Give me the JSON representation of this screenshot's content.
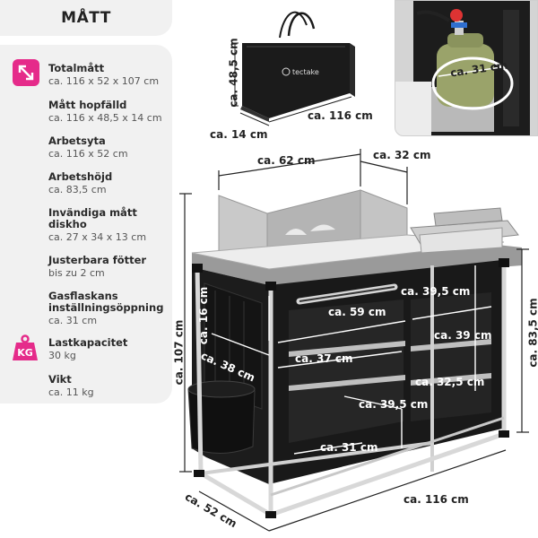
{
  "header": {
    "title": "MÅTT"
  },
  "specs": [
    {
      "label": "Totalmått",
      "value": "ca. 116 x 52 x 107 cm"
    },
    {
      "label": "Mått hopfälld",
      "value": "ca. 116 x 48,5 x 14 cm"
    },
    {
      "label": "Arbetsyta",
      "value": " ca. 116 x 52 cm"
    },
    {
      "label": "Arbetshöjd",
      "value": "ca. 83,5 cm"
    },
    {
      "label_line1": "Invändiga mått",
      "label_line2": "diskho",
      "value": "ca. 27 x 34 x 13 cm"
    },
    {
      "label": "Justerbara fötter",
      "value": "bis zu 2 cm"
    },
    {
      "label_line1": "Gasflaskans",
      "label_line2": "inställningsöppning",
      "value": "ca. 31 cm"
    },
    {
      "label": "Lastkapacitet",
      "value": "30 kg"
    },
    {
      "label": "Vikt",
      "value": "ca. 11 kg"
    }
  ],
  "icons": {
    "total": "resize-arrows-icon",
    "weight": "kg-weight-icon",
    "kg_text": "KG"
  },
  "colors": {
    "accent": "#e52b8a",
    "panel": "#f1f1f1",
    "cabinet": "#1c1c1c",
    "frame": "#d8d8d8"
  },
  "bag": {
    "brand": "tectake",
    "height": "ca. 48,5 cm",
    "width": "ca. 116 cm",
    "depth": "ca. 14 cm"
  },
  "inset": {
    "dim": "ca. 31 cm"
  },
  "dims": {
    "top_width": "ca. 62 cm",
    "top_right": "ca. 32 cm",
    "total_height": "ca. 107 cm",
    "work_height": "ca. 83,5 cm",
    "side_16": "ca. 16 cm",
    "side_38": "ca. 38 cm",
    "inner_59": "ca. 59 cm",
    "inner_395_top": "ca. 39,5 cm",
    "inner_39": "ca. 39 cm",
    "inner_37": "ca. 37 cm",
    "inner_325": "ca. 32,5 cm",
    "inner_395_mid": "ca. 39,5 cm",
    "inner_31": "ca. 31 cm",
    "depth_52": "ca. 52 cm",
    "width_116": "ca. 116 cm"
  }
}
